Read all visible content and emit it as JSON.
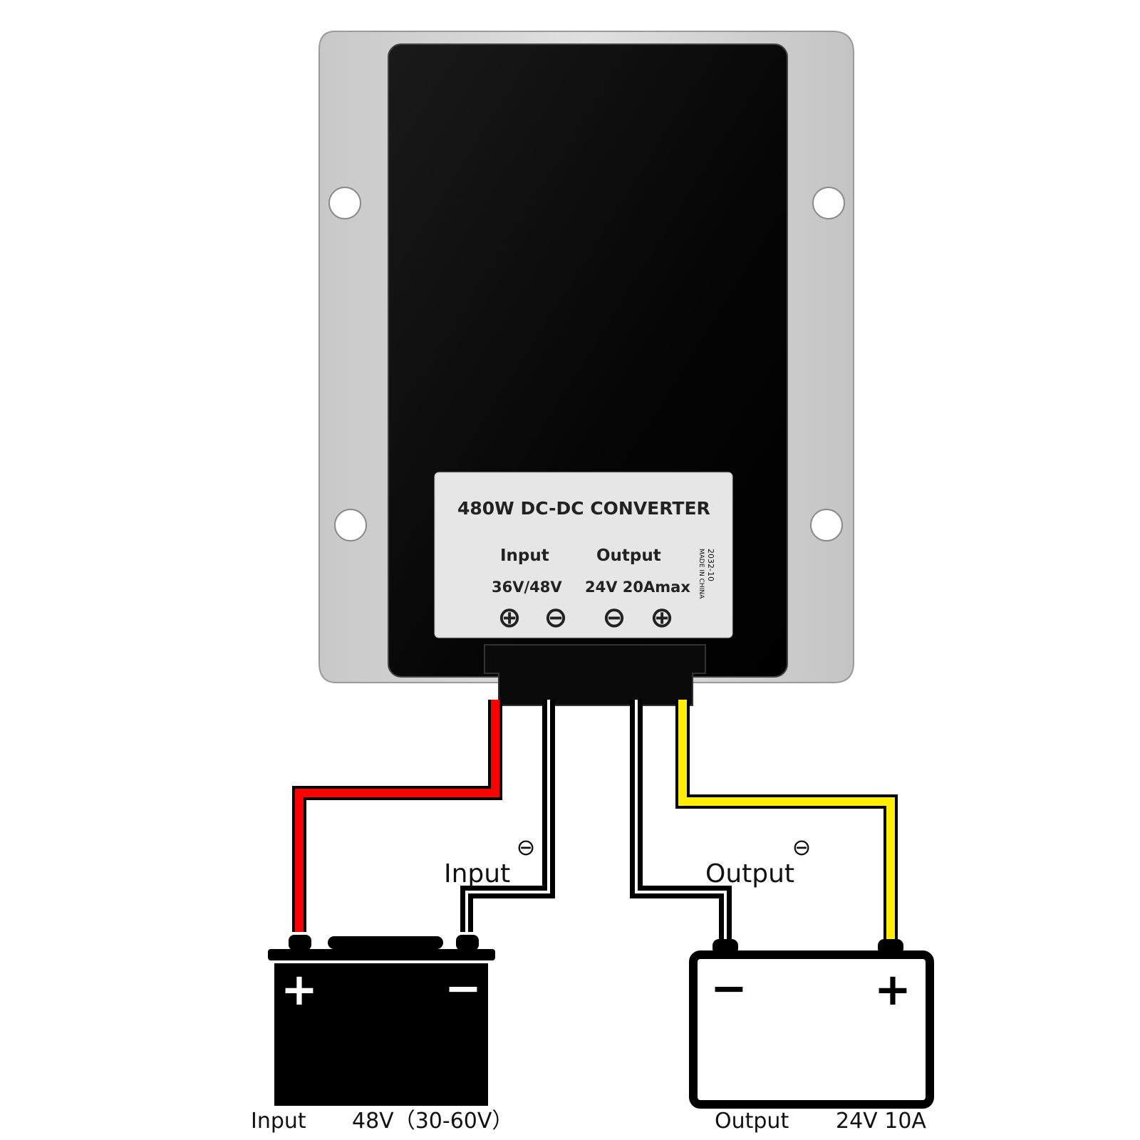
{
  "device": {
    "title": "480W DC-DC CONVERTER",
    "input_heading": "Input",
    "input_voltage": "36V/48V",
    "output_heading": "Output",
    "output_spec": "24V 20Amax",
    "terminal_symbols": [
      "⊕",
      "⊖",
      "⊖",
      "⊕"
    ],
    "code": "2032-10",
    "origin": "MADE IN CHINA"
  },
  "wiring": {
    "input_label": "Input",
    "output_label": "Output",
    "input_neg_mark": "⊖",
    "output_neg_mark": "⊖",
    "wire_colors": {
      "input_positive": "#ff0000",
      "input_negative": "#000000",
      "output_negative": "#000000",
      "output_positive": "#ffee00"
    }
  },
  "batteries": {
    "input": {
      "plus": "+",
      "minus": "−",
      "caption_label": "Input",
      "caption_value": "48V（30-60V）"
    },
    "output": {
      "plus": "+",
      "minus": "−",
      "caption_label": "Output",
      "caption_value": "24V 10A"
    }
  },
  "colors": {
    "housing": "#d4d4d4",
    "body": "#050505",
    "label_bg": "#e6e6e6"
  }
}
